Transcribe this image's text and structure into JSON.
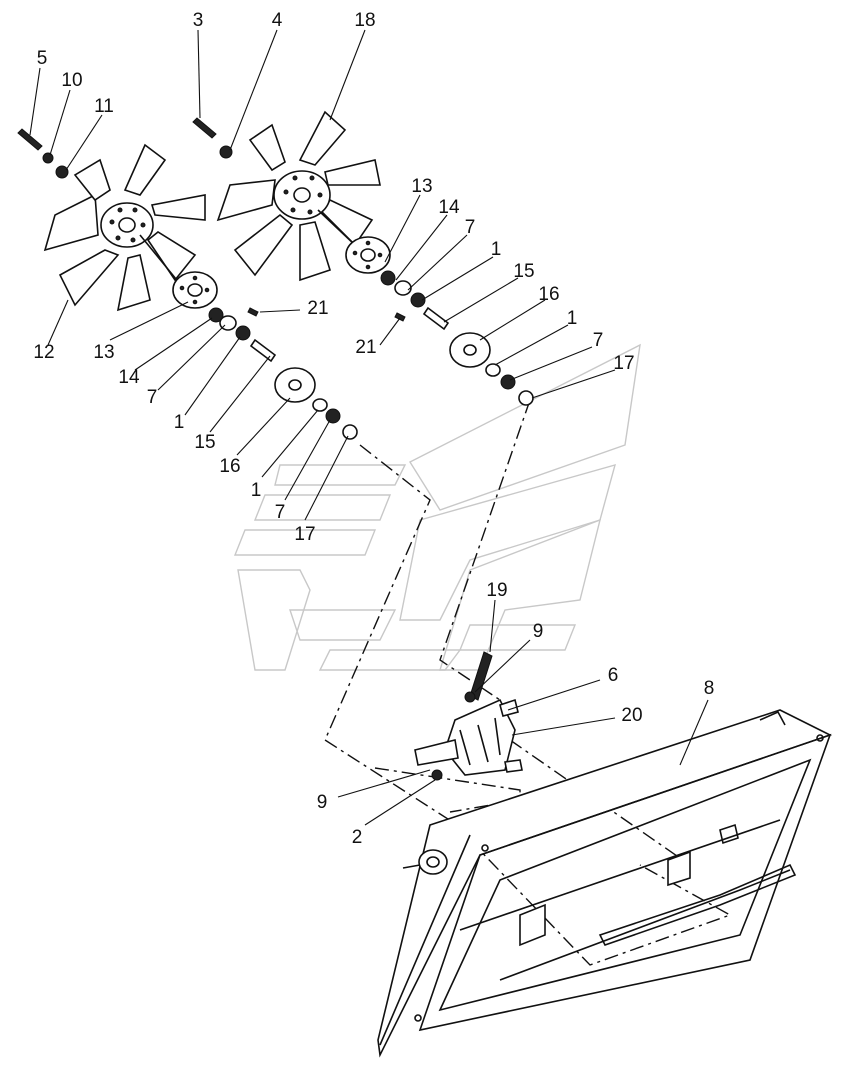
{
  "callouts": {
    "c3": "3",
    "c4": "4",
    "c18": "18",
    "c5": "5",
    "c10": "10",
    "c11": "11",
    "c13a": "13",
    "c14a": "14",
    "c7a": "7",
    "c1a": "1",
    "c15a": "15",
    "c16a": "16",
    "c1b": "1",
    "c7b": "7",
    "c17a": "17",
    "c21a": "21",
    "c21b": "21",
    "c12": "12",
    "c13b": "13",
    "c14b": "14",
    "c7c": "7",
    "c1c": "1",
    "c15b": "15",
    "c16b": "16",
    "c1d": "1",
    "c7d": "7",
    "c17b": "17",
    "c19": "19",
    "c9a": "9",
    "c6": "6",
    "c20": "20",
    "c8": "8",
    "c9b": "9",
    "c2": "2"
  },
  "colors": {
    "ink": "#111111",
    "watermark": "#c8c8c8",
    "background": "#ffffff"
  }
}
